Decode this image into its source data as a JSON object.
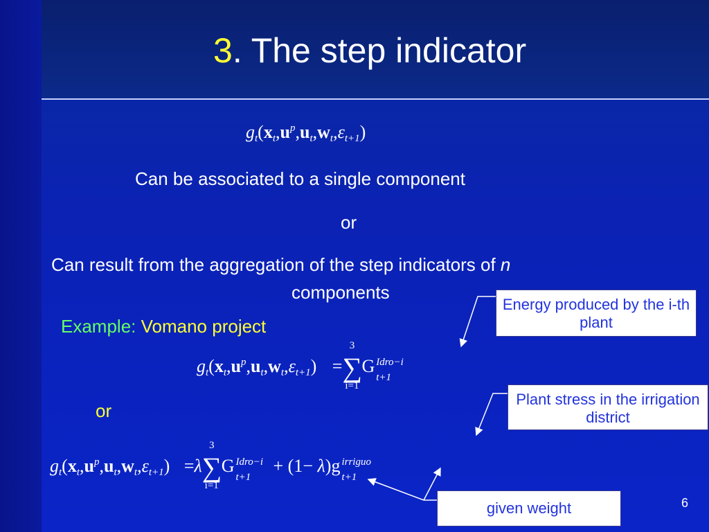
{
  "title": {
    "number": "3",
    "text": ". The step indicator"
  },
  "formula_main": {
    "g": "g",
    "t": "t",
    "lp": "(",
    "x": "x",
    "comma": ",",
    "u": "u",
    "p": "p",
    "w": "w",
    "eps": "ε",
    "t1": "t+1",
    "rp": ")"
  },
  "lines": {
    "single": "Can be associated to a single component",
    "or1": "or",
    "aggregation_prefix": "Can result from the aggregation of the step indicators of ",
    "aggregation_n": "n",
    "aggregation_line2": "components"
  },
  "example": {
    "label": "Example: ",
    "project": "Vomano project"
  },
  "formula_two": {
    "eq": "=",
    "sum_top": "3",
    "sum_sym": "∑",
    "sum_bot": "i=1",
    "G": "G",
    "idro": "Idro−i",
    "t1": "t+1"
  },
  "or2": "or",
  "formula_three": {
    "eq": "=",
    "lambda": "λ",
    "sum_top": "3",
    "sum_sym": "∑",
    "sum_bot": "i=1",
    "G": "G",
    "idro": "Idro−i",
    "t1": "t+1",
    "plus": "+ (1− ",
    "rp": ")",
    "g2": "g",
    "irriguo": "irriguo"
  },
  "callouts": {
    "energy": "Energy produced by the i-th plant",
    "stress": "Plant stress in the irrigation district",
    "weight": "given weight"
  },
  "page_number": "6"
}
